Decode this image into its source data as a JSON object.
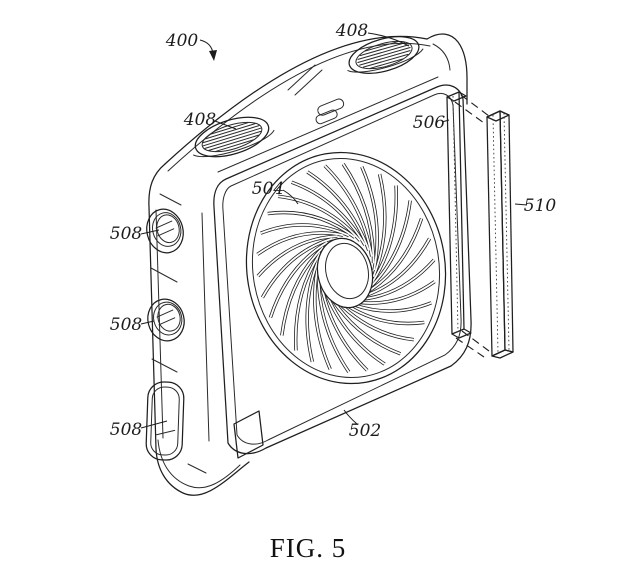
{
  "figure": {
    "caption": "FIG. 5",
    "refs": {
      "device": "400",
      "vent_top_right": "408",
      "vent_top_left": "408",
      "fan_grille": "504",
      "front_panel": "502",
      "side_rail": "506",
      "clip_bar": "510",
      "side_button_top": "508",
      "side_button_middle": "508",
      "side_button_bottom": "508"
    }
  }
}
